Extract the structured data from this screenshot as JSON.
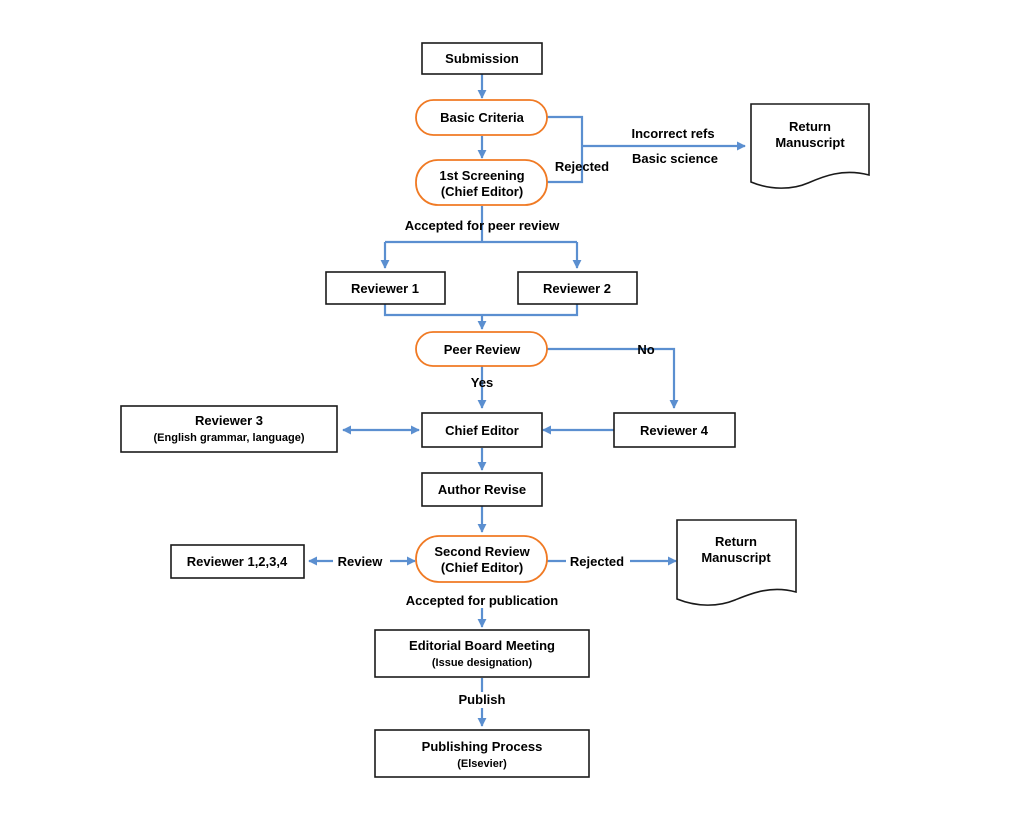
{
  "colors": {
    "arrow": "#5b8fd0",
    "decision_outline": "#f07a24",
    "box_outline": "#1a1a1a",
    "background": "#ffffff"
  },
  "nodes": {
    "submission": "Submission",
    "basic_criteria": "Basic Criteria",
    "first_screening": {
      "line1": "1st Screening",
      "line2": "(Chief Editor)"
    },
    "return_manuscript_1": {
      "line1": "Return",
      "line2": "Manuscript"
    },
    "reviewer_1": "Reviewer 1",
    "reviewer_2": "Reviewer 2",
    "peer_review": "Peer Review",
    "reviewer_3": {
      "line1": "Reviewer 3",
      "line2": "(English grammar, language)"
    },
    "chief_editor": "Chief Editor",
    "reviewer_4": "Reviewer 4",
    "author_revise": "Author Revise",
    "reviewers_1234": "Reviewer 1,2,3,4",
    "second_review": {
      "line1": "Second Review",
      "line2": "(Chief Editor)"
    },
    "return_manuscript_2": {
      "line1": "Return",
      "line2": "Manuscript"
    },
    "editorial_board": {
      "line1": "Editorial Board Meeting",
      "line2": "(Issue designation)"
    },
    "publishing_process": {
      "line1": "Publishing Process",
      "line2": "(Elsevier)"
    }
  },
  "edge_labels": {
    "incorrect_refs": "Incorrect refs",
    "basic_science": "Basic science",
    "rejected_1": "Rejected",
    "accepted_peer_review": "Accepted for peer review",
    "no": "No",
    "yes": "Yes",
    "review": "Review",
    "rejected_2": "Rejected",
    "accepted_publication": "Accepted for publication",
    "publish": "Publish"
  }
}
